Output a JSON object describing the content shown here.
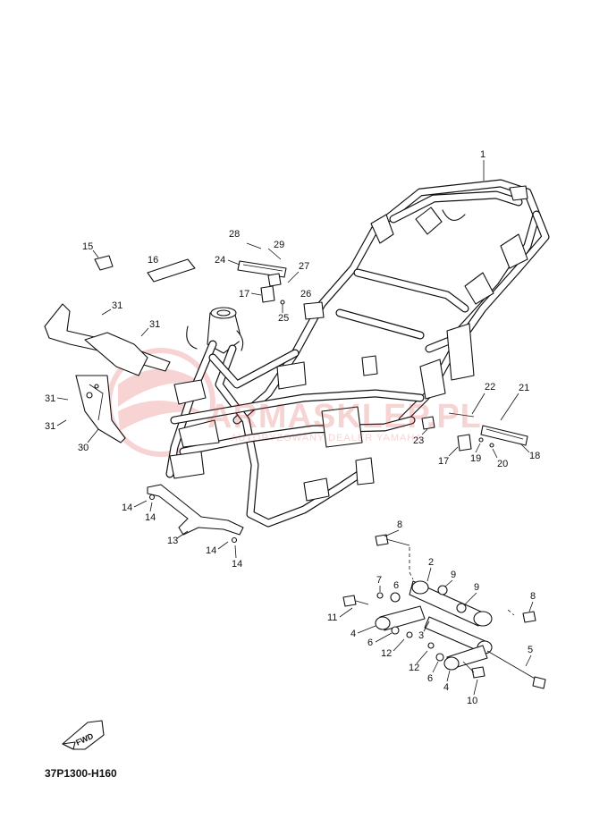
{
  "diagram": {
    "code": "37P1300-H160",
    "fwd_label": "FWD",
    "watermark": {
      "text": "ARMASKLEP.PL",
      "sub": "AUTORYZOWANY DEALER YAMAHA"
    },
    "callouts": [
      {
        "id": "c1",
        "label": "1"
      },
      {
        "id": "c2",
        "label": "2"
      },
      {
        "id": "c3",
        "label": "3"
      },
      {
        "id": "c4a",
        "label": "4"
      },
      {
        "id": "c4b",
        "label": "4"
      },
      {
        "id": "c5",
        "label": "5"
      },
      {
        "id": "c6a",
        "label": "6"
      },
      {
        "id": "c6b",
        "label": "6"
      },
      {
        "id": "c6c",
        "label": "6"
      },
      {
        "id": "c7",
        "label": "7"
      },
      {
        "id": "c8a",
        "label": "8"
      },
      {
        "id": "c8b",
        "label": "8"
      },
      {
        "id": "c9a",
        "label": "9"
      },
      {
        "id": "c9b",
        "label": "9"
      },
      {
        "id": "c10",
        "label": "10"
      },
      {
        "id": "c11",
        "label": "11"
      },
      {
        "id": "c12a",
        "label": "12"
      },
      {
        "id": "c12b",
        "label": "12"
      },
      {
        "id": "c13",
        "label": "13"
      },
      {
        "id": "c14a",
        "label": "14"
      },
      {
        "id": "c14b",
        "label": "14"
      },
      {
        "id": "c14c",
        "label": "14"
      },
      {
        "id": "c14d",
        "label": "14"
      },
      {
        "id": "c15",
        "label": "15"
      },
      {
        "id": "c16",
        "label": "16"
      },
      {
        "id": "c17a",
        "label": "17"
      },
      {
        "id": "c17b",
        "label": "17"
      },
      {
        "id": "c18",
        "label": "18"
      },
      {
        "id": "c19",
        "label": "19"
      },
      {
        "id": "c20",
        "label": "20"
      },
      {
        "id": "c21",
        "label": "21"
      },
      {
        "id": "c22",
        "label": "22"
      },
      {
        "id": "c23",
        "label": "23"
      },
      {
        "id": "c24",
        "label": "24"
      },
      {
        "id": "c25",
        "label": "25"
      },
      {
        "id": "c26",
        "label": "26"
      },
      {
        "id": "c27",
        "label": "27"
      },
      {
        "id": "c28",
        "label": "28"
      },
      {
        "id": "c29",
        "label": "29"
      },
      {
        "id": "c30",
        "label": "30"
      },
      {
        "id": "c31a",
        "label": "31"
      },
      {
        "id": "c31b",
        "label": "31"
      },
      {
        "id": "c31c",
        "label": "31"
      },
      {
        "id": "c31d",
        "label": "31"
      }
    ]
  }
}
